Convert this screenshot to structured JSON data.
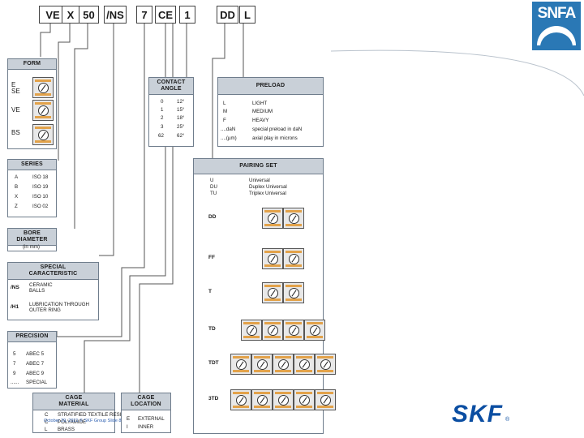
{
  "code_boxes": [
    "VE",
    "X",
    "50",
    "/NS",
    "7",
    "CE",
    "1",
    "DD",
    "L"
  ],
  "form": {
    "title": "FORM",
    "items": [
      {
        "code": "E\nSE"
      },
      {
        "code": "VE"
      },
      {
        "code": "BS"
      }
    ]
  },
  "series": {
    "title": "SERIES",
    "items": [
      {
        "code": "A",
        "desc": "ISO 18"
      },
      {
        "code": "B",
        "desc": "ISO 19"
      },
      {
        "code": "X",
        "desc": "ISO 10"
      },
      {
        "code": "Z",
        "desc": "ISO 02"
      }
    ]
  },
  "bore": {
    "title": "BORE\nDIAMETER",
    "unit": "(in mm)"
  },
  "special": {
    "title": "SPECIAL\nCARACTERISTIC",
    "items": [
      {
        "code": "/NS",
        "desc": "CERAMIC\nBALLS"
      },
      {
        "code": "/H1",
        "desc": "LUBRICATION THROUGH\nOUTER RING"
      }
    ]
  },
  "precision": {
    "title": "PRECISION",
    "items": [
      {
        "code": "5",
        "desc": "ABEC 5"
      },
      {
        "code": "7",
        "desc": "ABEC 7"
      },
      {
        "code": "9",
        "desc": "ABEC 9"
      },
      {
        "code": "......",
        "desc": "SPECIAL"
      }
    ]
  },
  "cage_material": {
    "title": "CAGE\nMATERIAL",
    "items": [
      {
        "code": "C",
        "desc": "STRATIFIED TEXTILE RESIN"
      },
      {
        "code": "C",
        "desc": "POLYAMIDE"
      },
      {
        "code": "L",
        "desc": "BRASS"
      }
    ]
  },
  "cage_location": {
    "title": "CAGE\nLOCATION",
    "items": [
      {
        "code": "E",
        "desc": "EXTERNAL"
      },
      {
        "code": "I",
        "desc": "INNER"
      }
    ]
  },
  "contact_angle": {
    "title": "CONTACT\nANGLE",
    "items": [
      {
        "code": "0",
        "desc": "12°"
      },
      {
        "code": "1",
        "desc": "15°"
      },
      {
        "code": "2",
        "desc": "18°"
      },
      {
        "code": "3",
        "desc": "25°"
      },
      {
        "code": "62",
        "desc": "62°"
      }
    ]
  },
  "preload": {
    "title": "PRELOAD",
    "items": [
      {
        "code": "L",
        "desc": "LIGHT"
      },
      {
        "code": "M",
        "desc": "MEDIUM"
      },
      {
        "code": "F",
        "desc": "HEAVY"
      },
      {
        "code": "....daN",
        "desc": "special preload in daN"
      },
      {
        "code": "....(µm)",
        "desc": "axial play in microns"
      }
    ]
  },
  "pairing": {
    "title": "PAIRING SET",
    "intro": [
      {
        "code": "U",
        "desc": "Universal"
      },
      {
        "code": "DU",
        "desc": "Duplex Universal"
      },
      {
        "code": "TU",
        "desc": "Triplex Universal"
      }
    ],
    "sets": [
      {
        "code": "DD",
        "count": 2
      },
      {
        "code": "FF",
        "count": 2
      },
      {
        "code": "T",
        "count": 2
      },
      {
        "code": "TD",
        "count": 4
      },
      {
        "code": "TDT",
        "count": 5
      },
      {
        "code": "3TD",
        "count": 5
      }
    ]
  },
  "logos": {
    "snfa": "SNFA",
    "skf": "SKF",
    "skf_reg": "®"
  },
  "footer": "October 29, 2021 © SKF Group  Slide 8",
  "colors": {
    "header_fill": "#c9d0d8",
    "panel_border": "#6f7d8c",
    "ring": "#e2a24a",
    "skf_blue": "#0b4ea2",
    "snfa_blue": "#2a78b5"
  }
}
